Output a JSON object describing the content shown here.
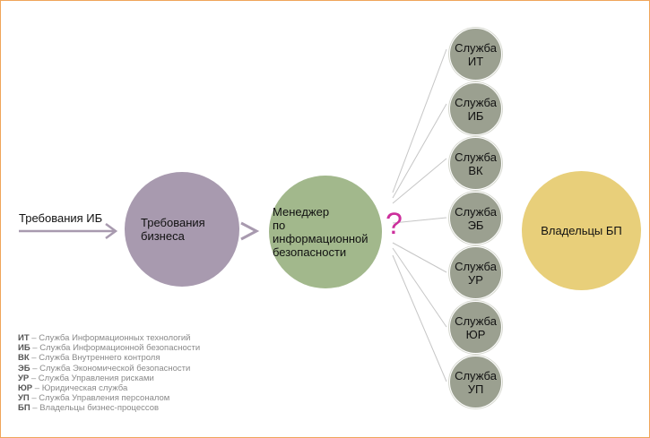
{
  "input_label": "Требования ИБ",
  "node_business": "Требования бизнеса",
  "node_business_lines": [
    "Требования",
    "бизнеса"
  ],
  "node_manager_lines": [
    "Менеджер",
    "по информационной",
    "безопасности"
  ],
  "question_mark": "?",
  "node_owners": "Владельцы БП",
  "services": [
    {
      "line1": "Служба",
      "line2": "ИТ"
    },
    {
      "line1": "Служба",
      "line2": "ИБ"
    },
    {
      "line1": "Служба",
      "line2": "ВК"
    },
    {
      "line1": "Служба",
      "line2": "ЭБ"
    },
    {
      "line1": "Служба",
      "line2": "УР"
    },
    {
      "line1": "Служба",
      "line2": "ЮР"
    },
    {
      "line1": "Служба",
      "line2": "УП"
    }
  ],
  "legend": [
    {
      "abbr": "ИТ",
      "text": " – Служба Информационных технологий"
    },
    {
      "abbr": "ИБ",
      "text": " – Служба Информационной безопасности"
    },
    {
      "abbr": "ВК",
      "text": " – Служба Внутреннего контроля"
    },
    {
      "abbr": "ЭБ",
      "text": " – Служба Экономической безопасности"
    },
    {
      "abbr": "УР",
      "text": " – Служба Управления рисками"
    },
    {
      "abbr": "ЮР",
      "text": " – Юридическая служба"
    },
    {
      "abbr": "УП",
      "text": " – Служба Управления персоналом"
    },
    {
      "abbr": "БП",
      "text": " – Владельцы бизнес-процессов"
    }
  ],
  "colors": {
    "frame_border": "#f0a55a",
    "business_fill": "#a89aaf",
    "manager_fill": "#a2b88c",
    "service_fill": "#9ba090",
    "owners_fill": "#e8cf7a",
    "arrow": "#a89aaf",
    "question_mark": "#cc2f9c",
    "wire": "#c6c6c6"
  }
}
